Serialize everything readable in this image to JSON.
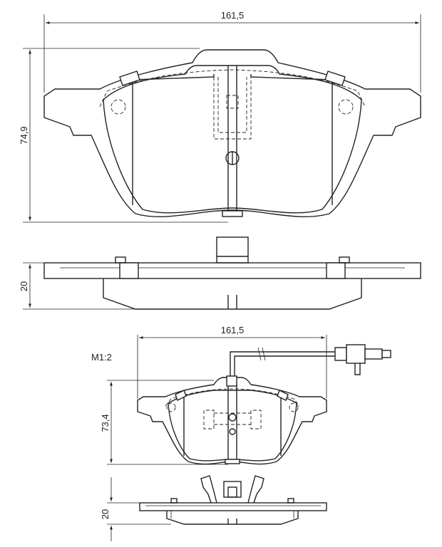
{
  "dimensions": {
    "top_width": "161,5",
    "top_height": "74,9",
    "side_thickness": "20",
    "bottom_width": "161,5",
    "bottom_height": "73,4",
    "bottom_thickness": "20"
  },
  "scale_label": "M1:2"
}
